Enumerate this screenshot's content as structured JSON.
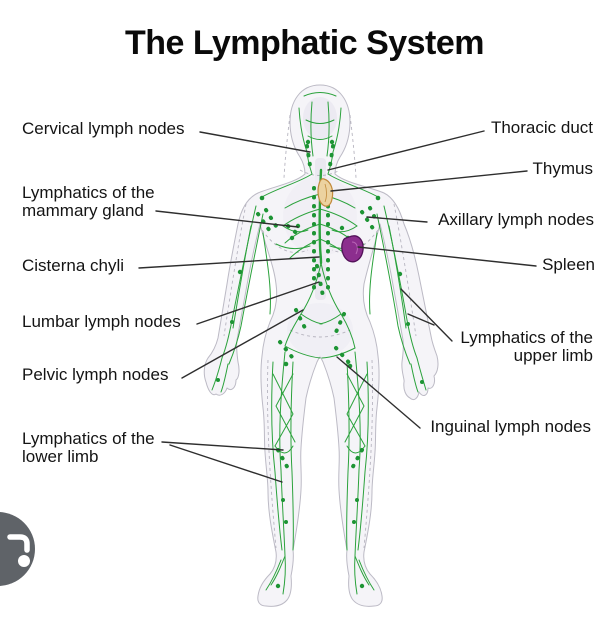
{
  "title": "The Lymphatic System",
  "figure": {
    "description": "Anterior view of a semi-transparent human figure showing the green lymphatic vessel network, lymph node clusters, thymus and spleen",
    "colors": {
      "lymph_vessel_green": "#2ba23c",
      "lymph_node_green": "#1d9434",
      "body_fill": "#f5f4f8",
      "body_outline": "#bcbac5",
      "thymus_tan": "#ecd2a0",
      "thymus_outline": "#c28a3c",
      "spleen_purple": "#8c2e8e",
      "spleen_outline": "#53125a",
      "leader_line": "#2e2e2e"
    }
  },
  "labels": {
    "left": [
      {
        "id": "cervical",
        "lines": [
          "Cervical lymph nodes"
        ]
      },
      {
        "id": "mammary",
        "lines": [
          "Lymphatics of the",
          "mammary gland"
        ]
      },
      {
        "id": "cisterna",
        "lines": [
          "Cisterna chyli"
        ]
      },
      {
        "id": "lumbar",
        "lines": [
          "Lumbar lymph nodes"
        ]
      },
      {
        "id": "pelvic",
        "lines": [
          "Pelvic lymph nodes"
        ]
      },
      {
        "id": "lower_limb",
        "lines": [
          "Lymphatics of the",
          "lower limb"
        ]
      }
    ],
    "right": [
      {
        "id": "thoracic",
        "lines": [
          "Thoracic duct"
        ]
      },
      {
        "id": "thymus",
        "lines": [
          "Thymus"
        ]
      },
      {
        "id": "axillary",
        "lines": [
          "Axillary lymph nodes"
        ]
      },
      {
        "id": "spleen",
        "lines": [
          "Spleen"
        ]
      },
      {
        "id": "upper_limb",
        "lines": [
          "Lymphatics of the",
          "upper limb"
        ]
      },
      {
        "id": "inguinal",
        "lines": [
          "Inguinal lymph nodes"
        ]
      }
    ]
  },
  "corner_button": {
    "icon": "google-lens-icon",
    "background": "#5f6368"
  }
}
